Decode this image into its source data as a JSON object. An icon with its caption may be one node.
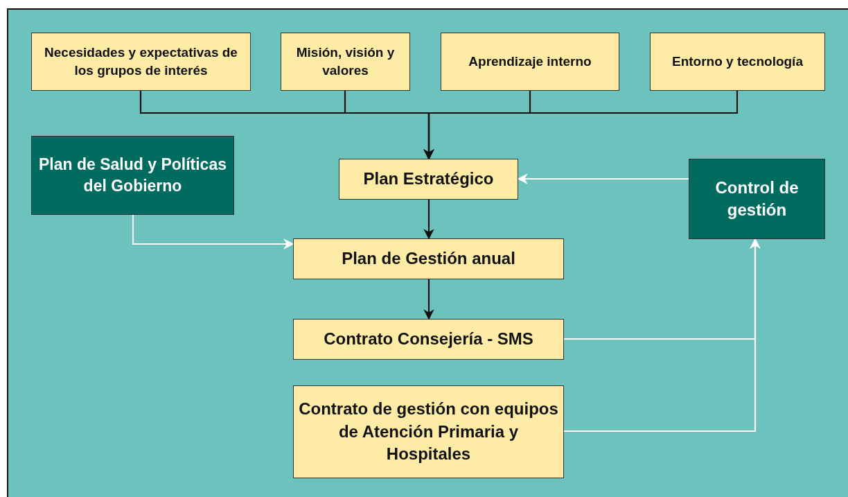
{
  "diagram": {
    "nodes": [
      {
        "text": [
          "Necesidades y expectativas de los grupos de interés"
        ]
      },
      {
        "text": [
          "Misión, visión y valores"
        ]
      },
      {
        "text": [
          "Aprendizaje interno"
        ]
      },
      {
        "text": [
          "Entorno y tecnología"
        ]
      },
      {
        "text": [
          "Plan de Salud y Políticas del Gobierno"
        ]
      },
      {
        "text": [
          "Plan Estratégico"
        ]
      },
      {
        "text": [
          "Control de gestión"
        ]
      },
      {
        "text": [
          "Plan de Gestión anual"
        ]
      },
      {
        "text": [
          "Contrato Consejería - SMS"
        ]
      },
      {
        "text": [
          "Contrato de gestión con equipos de Atención Primaria y Hospitales"
        ]
      }
    ],
    "edges": [
      {
        "from": 0,
        "to": 5,
        "arrow": "to"
      },
      {
        "from": 1,
        "to": 5,
        "arrow": "to"
      },
      {
        "from": 2,
        "to": 5,
        "arrow": "to"
      },
      {
        "from": 3,
        "to": 5,
        "arrow": "to"
      },
      {
        "from": 4,
        "to": 7,
        "arrow": "to",
        "color": "#ffffff"
      },
      {
        "from": 6,
        "to": 5,
        "arrow": "to",
        "color": "#ffffff"
      },
      {
        "from": 5,
        "to": 7,
        "arrow": "to"
      },
      {
        "from": 7,
        "to": 8,
        "arrow": "to"
      },
      {
        "from": 8,
        "to": 6,
        "arrow": "to",
        "color": "#ffffff"
      },
      {
        "from": 9,
        "to": 6,
        "arrow": "to",
        "color": "#ffffff"
      }
    ]
  }
}
